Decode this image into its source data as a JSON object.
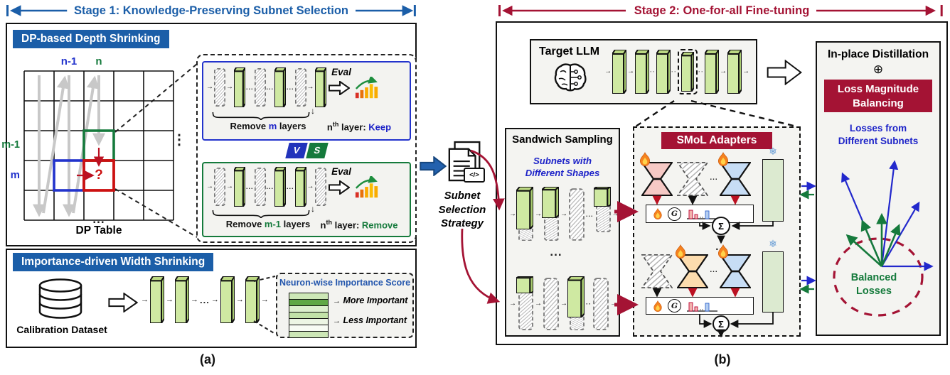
{
  "stage1": {
    "header": "Stage 1: Knowledge-Preserving Subnet Selection",
    "depth": {
      "title": "DP-based Depth Shrinking",
      "col_nm1": "n-1",
      "col_n": "n",
      "row_mm1": "m-1",
      "row_m": "m",
      "cell_question": "?",
      "below_dots": "...",
      "table_label": "DP Table",
      "vs_v": "V",
      "vs_s": "S",
      "keep": {
        "remove_pre": "Remove",
        "remove_var": "m",
        "remove_post": "layers",
        "n_var": "n",
        "n_sup": "th",
        "n_mid": "layer:",
        "n_decision": "Keep",
        "eval": "Eval"
      },
      "drop": {
        "remove_pre": "Remove",
        "remove_var": "m-1",
        "remove_post": "layers",
        "n_var": "n",
        "n_sup": "th",
        "n_mid": "layer:",
        "n_decision": "Remove",
        "eval": "Eval"
      }
    },
    "width": {
      "title": "Importance-driven Width Shrinking",
      "dataset": "Calibration Dataset",
      "score_title": "Neuron-wise Importance Score",
      "more": "More Important",
      "less": "Less Important"
    },
    "caption": "(a)"
  },
  "middle": {
    "line1": "Subnet",
    "line2": "Selection",
    "line3": "Strategy",
    "code_badge": "</>"
  },
  "stage2": {
    "header": "Stage 2: One-for-all Fine-tuning",
    "target": {
      "label": "Target LLM"
    },
    "sandwich": {
      "title": "Sandwich Sampling",
      "sub1": "Subnets with",
      "sub2": "Different Shapes"
    },
    "smol": {
      "title": "SMoL Adapters",
      "gate": "G",
      "sum": "Σ"
    },
    "distill": {
      "title": "In-place Distillation",
      "plus": "⊕",
      "balance1": "Loss Magnitude",
      "balance2": "Balancing",
      "losses1": "Losses from",
      "losses2": "Different Subnets",
      "balanced1": "Balanced",
      "balanced2": "Losses"
    },
    "caption": "(b)"
  },
  "icons": {
    "dots": "...",
    "dots2": "··",
    "vdots": "⋮",
    "arrow_right": "→",
    "arrow_down": "↓",
    "snowflake": "❄"
  },
  "colors": {
    "stage1_blue": "#1b5ea8",
    "stage2_crimson": "#a41334",
    "label_blue": "#1d23c8",
    "label_green": "#157a3c",
    "layer_green": "#cfe9a2",
    "panel_gray": "#f4f4f1",
    "cell_red": "#cc1111",
    "cell_blue": "#2233cc",
    "cell_green": "#157a3c"
  }
}
